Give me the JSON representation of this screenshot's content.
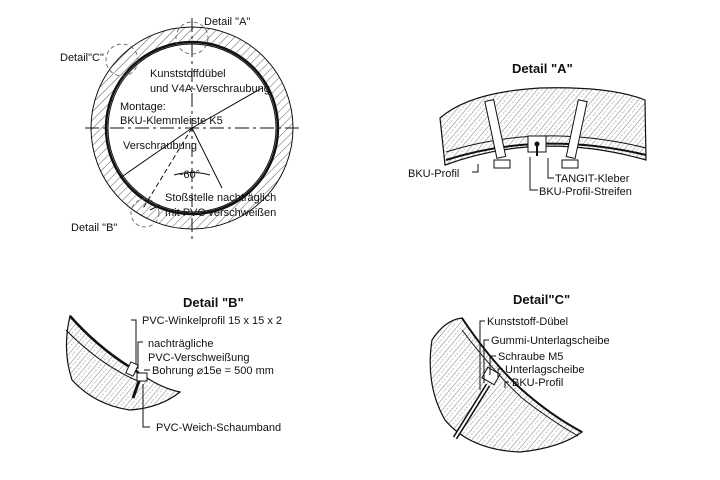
{
  "main_view": {
    "detail_a_label": "Detail \"A\"",
    "detail_b_label": "Detail \"B\"",
    "detail_c_label": "Detail\"C\"",
    "dowel_line1": "Kunststoffdübel",
    "dowel_line2": "und V4A-Verschraubung",
    "mount_line1": "Montage:",
    "mount_line2": "BKU-Klemmleiste K5",
    "screw": "Verschraubung",
    "angle": "~60°",
    "joint_line1": "Stoßstelle nachträglich",
    "joint_line2": "mit PVC verschweißen"
  },
  "detail_a": {
    "title": "Detail \"A\"",
    "bku_profil": "BKU-Profil",
    "tangit": "TANGIT-Kleber",
    "streifen": "BKU-Profil-Streifen"
  },
  "detail_b": {
    "title": "Detail \"B\"",
    "winkel": "PVC-Winkelprofil 15 x 15 x 2",
    "weld_line1": "nachträgliche",
    "weld_line2": "PVC-Verschweißung",
    "bohrung": "Bohrung ⌀15e = 500 mm",
    "schaum": "PVC-Weich-Schaumband"
  },
  "detail_c": {
    "title": "Detail\"C\"",
    "duebel": "Kunststoff-Dübel",
    "gummi": "Gummi-Unterlagscheibe",
    "schraube": "Schraube M5",
    "unterlag": "Unterlagscheibe",
    "bku": "BKU-Profil"
  }
}
